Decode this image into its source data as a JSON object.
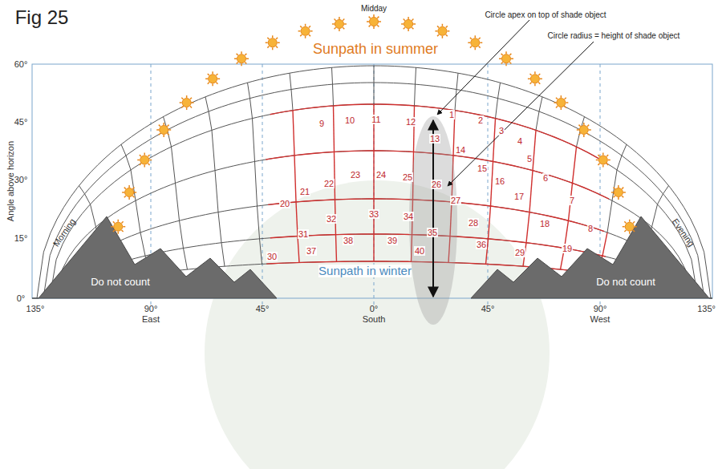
{
  "diagram": {
    "title": "Fig 25",
    "labels": [
      "Midday",
      "Circle apex on top of shade object",
      "Circle radius = height of shade object",
      "Sunpath in summer",
      "Angle above horizon",
      "60°",
      "45°",
      "30°",
      "15°",
      "0°",
      "Morning",
      "Evening",
      "1",
      "2",
      "3",
      "4",
      "5",
      "6",
      "7",
      "8",
      "9",
      "10",
      "11",
      "12",
      "13",
      "14",
      "15",
      "16",
      "17",
      "18",
      "19",
      "20",
      "21",
      "22",
      "23",
      "24",
      "25",
      "26",
      "27",
      "28",
      "29",
      "30",
      "31",
      "32",
      "33",
      "34",
      "35",
      "36",
      "37",
      "38",
      "39",
      "40",
      "Sunpath in winter",
      "Do not count",
      "Do not count",
      "135°",
      "90°",
      "East",
      "45°",
      "0°",
      "South",
      "45°",
      "90°",
      "West",
      "135°"
    ]
  }
}
